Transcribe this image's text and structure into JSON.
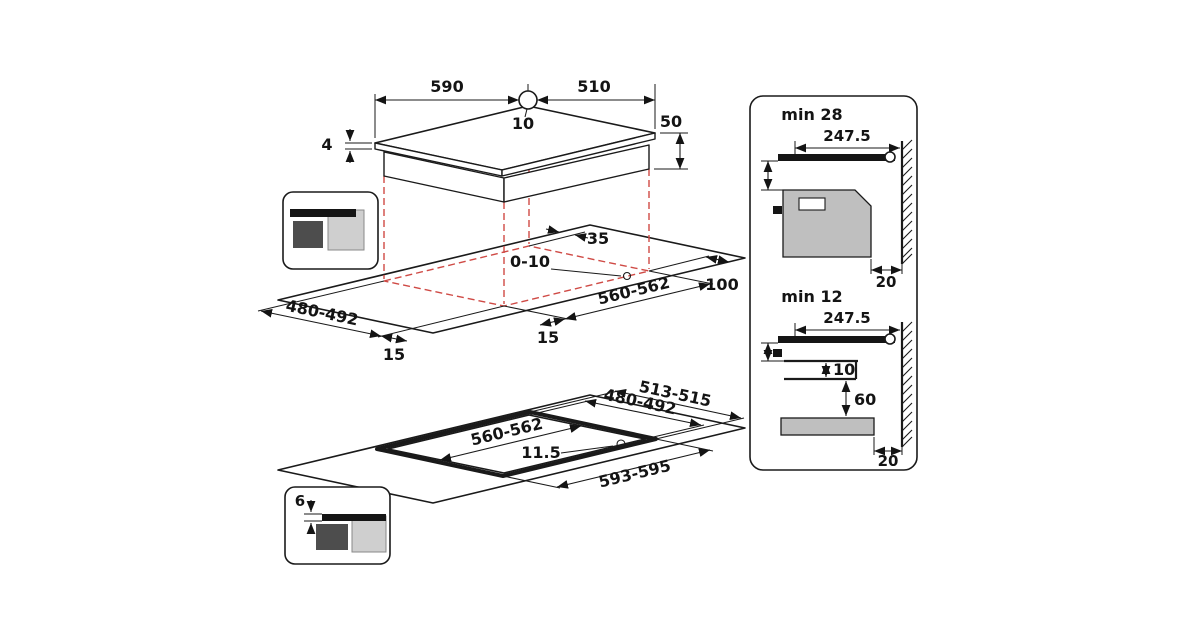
{
  "colors": {
    "line": "#1a1a1a",
    "dashed_projection": "#cf4a45",
    "cabinet_gray": "#bfbfbf",
    "dark_gray": "#4d4d4d",
    "light_gray": "#cfcfcf",
    "background": "#ffffff"
  },
  "isometric_top": {
    "hob_width": "590",
    "hob_depth": "510",
    "hole_diameter": "10",
    "glass_thickness": "4",
    "hob_height": "50"
  },
  "cutout_top": {
    "back_clearance": "35",
    "overhang_play": "0-10",
    "front_clearance": "100",
    "depth_range": "480-492",
    "width_range": "560-562",
    "side_clearance_left": "15",
    "side_clearance_right": "15"
  },
  "cutout_flush": {
    "outer_depth": "513-515",
    "inner_depth": "480-492",
    "inner_width": "560-562",
    "corner_radius": "11.5",
    "outer_width": "593-595"
  },
  "detail_flush": {
    "glass_depth": "6"
  },
  "section_oven": {
    "min_clearance": "min 28",
    "wall_distance": "247.5",
    "rear_gap": "20"
  },
  "section_drawer": {
    "min_clearance": "min 12",
    "wall_distance": "247.5",
    "shelf_gap": "10",
    "drawer_gap": "60",
    "rear_gap": "20"
  }
}
